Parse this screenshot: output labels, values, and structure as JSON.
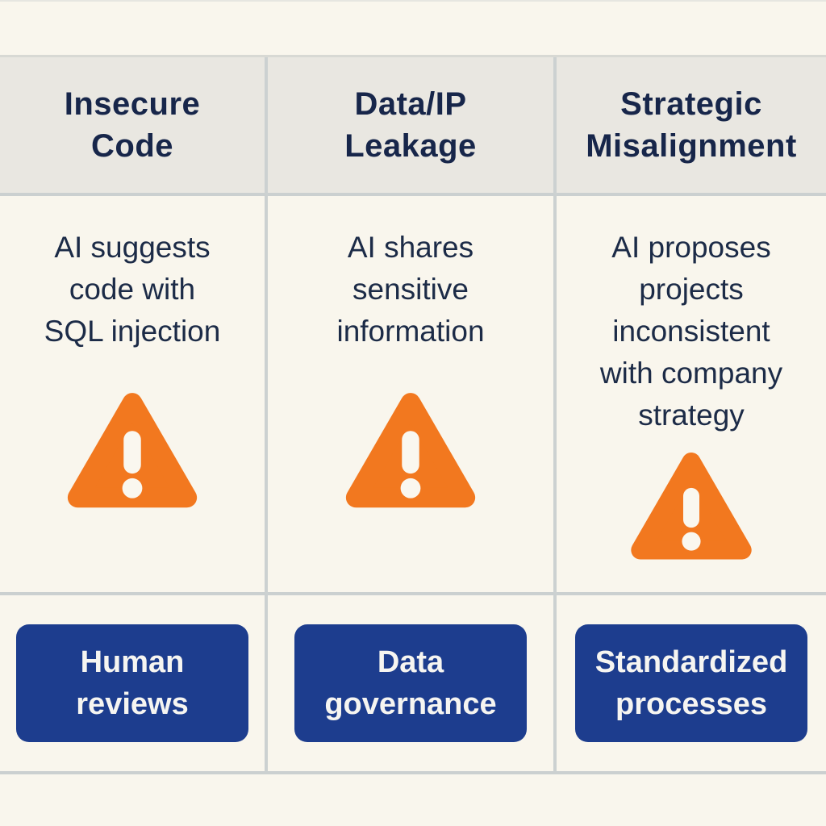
{
  "table": {
    "columns": [
      {
        "id": "insecure-code",
        "header": "Insecure\nCode",
        "risk": "AI suggests\ncode with\nSQL injection",
        "icon": "warning-triangle-icon",
        "mitigation": "Human\nreviews"
      },
      {
        "id": "data-ip-leakage",
        "header": "Data/IP\nLeakage",
        "risk": "AI shares\nsensitive\ninformation",
        "icon": "warning-triangle-icon",
        "mitigation": "Data\ngovernance"
      },
      {
        "id": "strategic-misalignment",
        "header": "Strategic\nMisalignment",
        "risk": "AI proposes\nprojects\ninconsistent\nwith company\nstrategy",
        "icon": "warning-triangle-icon",
        "mitigation": "Standardized\nprocesses"
      }
    ]
  },
  "colors": {
    "background": "#f9f6ed",
    "header_bg": "#e9e7e1",
    "divider": "#ccd1d1",
    "text_navy": "#1c2b47",
    "warning_orange": "#f2781f",
    "button_blue": "#1d3d8e",
    "button_text": "#f6f5f1"
  }
}
